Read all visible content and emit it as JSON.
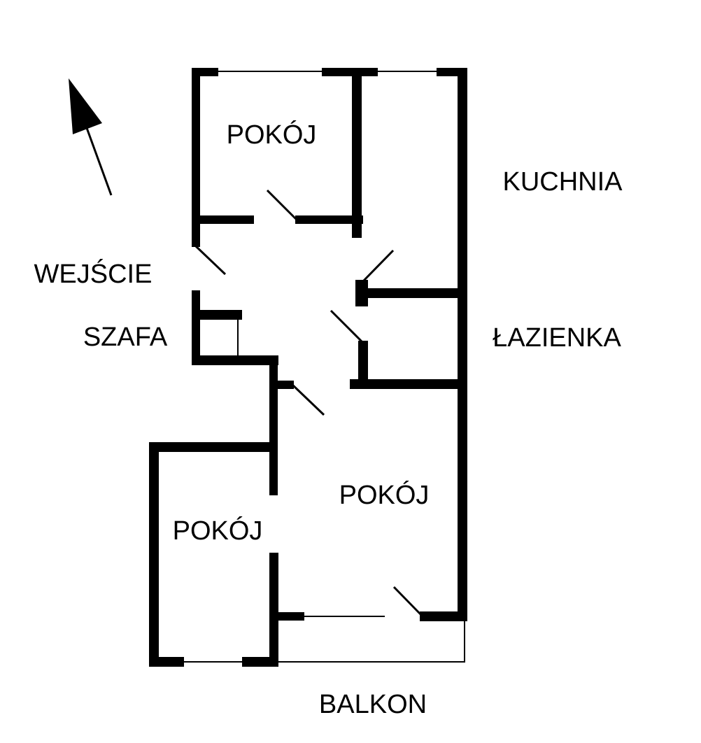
{
  "labels": {
    "room_top": "POKÓJ",
    "kitchen": "KUCHNIA",
    "entrance": "WEJŚCIE",
    "wardrobe": "SZAFA",
    "bathroom": "ŁAZIENKA",
    "room_middle": "POKÓJ",
    "room_left": "POKÓJ",
    "balcony": "BALKON"
  },
  "colors": {
    "ink": "#000000",
    "background": "#ffffff"
  },
  "icons": {
    "north_arrow": "north-arrow-icon"
  }
}
